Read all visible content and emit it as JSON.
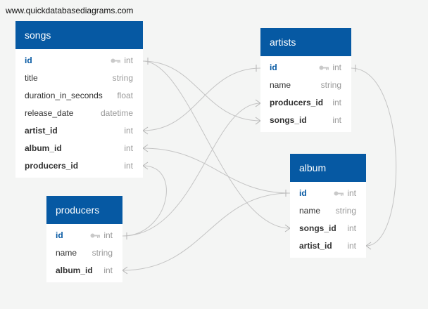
{
  "watermark": "www.quickdatabasediagrams.com",
  "colors": {
    "header": "#0659a3",
    "background": "#f4f5f4",
    "link": "#c4c4c4",
    "type_text": "#9a9a9a"
  },
  "tables": {
    "songs": {
      "title": "songs",
      "columns": [
        {
          "name": "id",
          "type": "int",
          "pk": true
        },
        {
          "name": "title",
          "type": "string"
        },
        {
          "name": "duration_in_seconds",
          "type": "float"
        },
        {
          "name": "release_date",
          "type": "datetime"
        },
        {
          "name": "artist_id",
          "type": "int",
          "fk": true
        },
        {
          "name": "album_id",
          "type": "int",
          "fk": true
        },
        {
          "name": "producers_id",
          "type": "int",
          "fk": true
        }
      ]
    },
    "artists": {
      "title": "artists",
      "columns": [
        {
          "name": "id",
          "type": "int",
          "pk": true
        },
        {
          "name": "name",
          "type": "string"
        },
        {
          "name": "producers_id",
          "type": "int",
          "fk": true
        },
        {
          "name": "songs_id",
          "type": "int",
          "fk": true
        }
      ]
    },
    "album": {
      "title": "album",
      "columns": [
        {
          "name": "id",
          "type": "int",
          "pk": true
        },
        {
          "name": "name",
          "type": "string"
        },
        {
          "name": "songs_id",
          "type": "int",
          "fk": true
        },
        {
          "name": "artist_id",
          "type": "int",
          "fk": true
        }
      ]
    },
    "producers": {
      "title": "producers",
      "columns": [
        {
          "name": "id",
          "type": "int",
          "pk": true
        },
        {
          "name": "name",
          "type": "string"
        },
        {
          "name": "album_id",
          "type": "int",
          "fk": true
        }
      ]
    }
  },
  "icons": {
    "primary_key": "key-icon"
  }
}
